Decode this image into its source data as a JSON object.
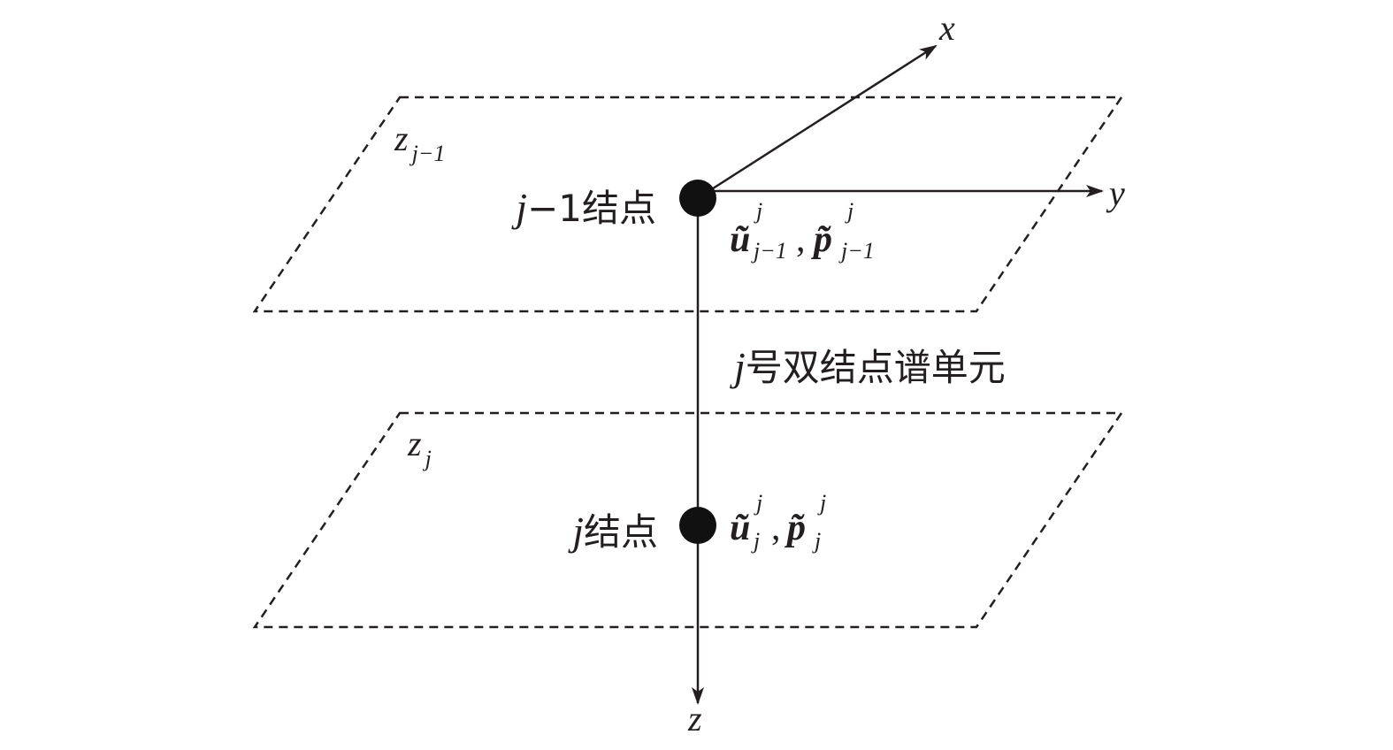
{
  "axes": {
    "x": "x",
    "y": "y",
    "z": "z"
  },
  "planes": {
    "upper": {
      "var": "z",
      "sub": "j−1"
    },
    "lower": {
      "var": "z",
      "sub": "j"
    }
  },
  "nodes": {
    "upper": {
      "label_var": "j",
      "label_rest": "−1结点",
      "quantities": {
        "u": "ũ",
        "u_sub": "j−1",
        "u_sup": "j",
        "sep": ",",
        "p": "p̃",
        "p_sub": "j−1",
        "p_sup": "j"
      }
    },
    "lower": {
      "label_var": "j",
      "label_rest": "结点",
      "quantities": {
        "u": "ũ",
        "u_sub": "j",
        "u_sup": "j",
        "sep": ",",
        "p": "p̃",
        "p_sub": "j",
        "p_sup": "j"
      }
    }
  },
  "element_label": {
    "var": "j",
    "rest": "号双结点谱单元"
  },
  "colors": {
    "line": "#231f20",
    "node": "#111111"
  }
}
